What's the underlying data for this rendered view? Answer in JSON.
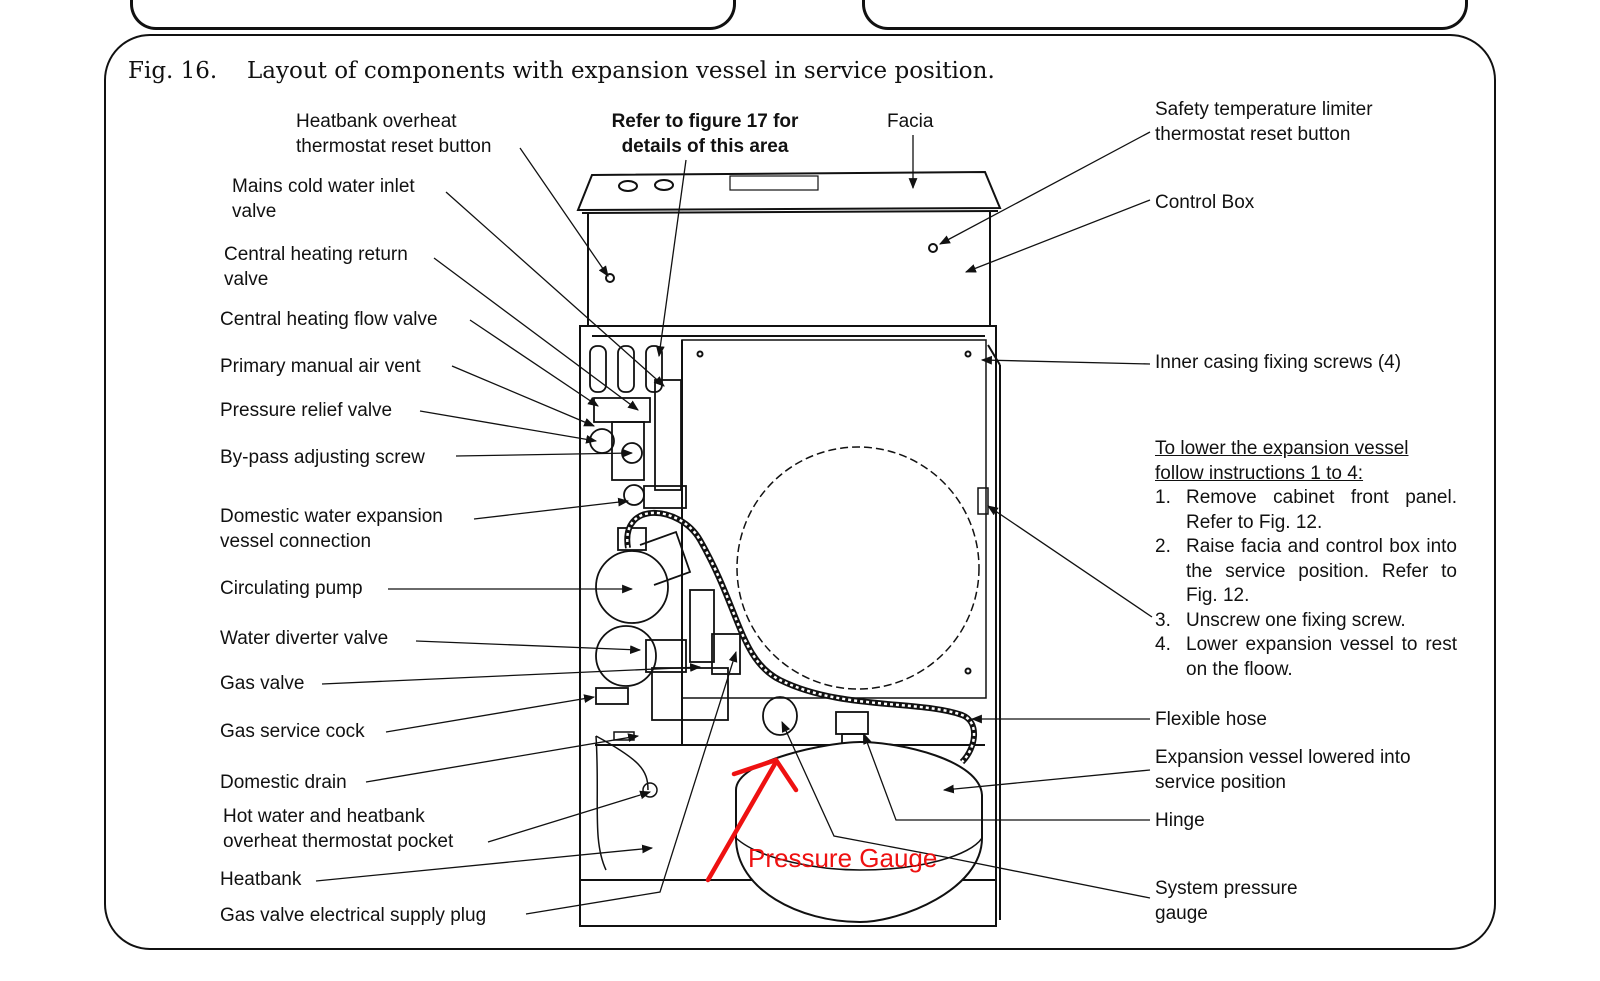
{
  "figure": {
    "number": "Fig. 16.",
    "title": "Layout of components with expansion vessel in service position."
  },
  "labels": {
    "heatbank_overheat_reset": [
      "Heatbank overheat",
      "thermostat reset button"
    ],
    "refer_figure_17": [
      "Refer to figure 17 for",
      "details of this area"
    ],
    "facia": "Facia",
    "safety_temp_limiter": [
      "Safety temperature limiter",
      "thermostat reset button"
    ],
    "mains_cold_water_inlet": [
      "Mains cold water inlet",
      "valve"
    ],
    "control_box": "Control Box",
    "ch_return_valve": [
      "Central heating return",
      "valve"
    ],
    "ch_flow_valve": "Central heating flow valve",
    "primary_air_vent": "Primary manual air vent",
    "inner_casing_screws": "Inner casing fixing screws (4)",
    "pressure_relief_valve": "Pressure relief valve",
    "bypass_screw": "By-pass adjusting screw",
    "dhw_expansion_connection": [
      "Domestic water expansion",
      "vessel connection"
    ],
    "circulating_pump": "Circulating pump",
    "water_diverter_valve": "Water diverter valve",
    "gas_valve": "Gas valve",
    "gas_service_cock": "Gas service cock",
    "flexible_hose": "Flexible hose",
    "expansion_vessel_lowered": [
      "Expansion vessel lowered into",
      "service position"
    ],
    "domestic_drain": "Domestic drain",
    "hot_water_pocket": [
      "Hot water and heatbank",
      "overheat thermostat pocket"
    ],
    "hinge": "Hinge",
    "heatbank": "Heatbank",
    "system_pressure_gauge": [
      "System pressure",
      "gauge"
    ],
    "gas_valve_supply_plug": "Gas valve electrical supply plug"
  },
  "instructions": {
    "heading": [
      "To lower the expansion vessel",
      "follow instructions 1 to 4:"
    ],
    "steps": [
      {
        "n": "1.",
        "text": "Remove cabinet front panel. Refer to Fig. 12."
      },
      {
        "n": "2.",
        "text": "Raise facia and control box into the service position. Refer to Fig. 12."
      },
      {
        "n": "3.",
        "text": "Unscrew one fixing screw."
      },
      {
        "n": "4.",
        "text": "Lower expansion vessel to rest on the floow."
      }
    ]
  },
  "annotation": {
    "text": "Pressure Gauge",
    "color": "#ee1111"
  }
}
